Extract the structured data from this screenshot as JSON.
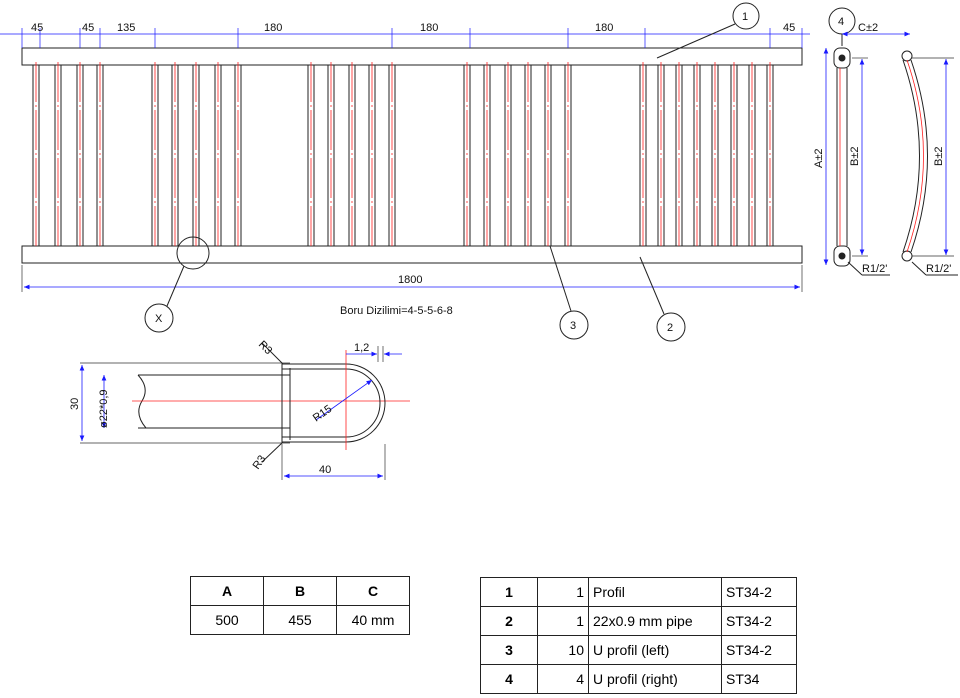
{
  "drawing": {
    "top_dims": [
      "45",
      "45",
      "135",
      "180",
      "180",
      "180",
      "45"
    ],
    "overall_length": "1800",
    "side_labels": {
      "a": "A±2",
      "b": "B±2",
      "c": "C±2",
      "thread": "R1/2'"
    },
    "callouts": [
      "1",
      "2",
      "3",
      "4",
      "X"
    ],
    "pipe_arrangement": "Boru Dizilimi=4-5-5-6-8",
    "detail": {
      "r3_top": "R3",
      "r3_bottom": "R3",
      "wall": "1,2",
      "height": "30",
      "pipe": "ø22*0,9",
      "radius": "R15",
      "length": "40"
    }
  },
  "dims_table": {
    "headers": [
      "A",
      "B",
      "C"
    ],
    "values": [
      "500",
      "455",
      "40 mm"
    ]
  },
  "parts": [
    {
      "no": "1",
      "qty": "1",
      "desc": "Profil",
      "material": "ST34-2"
    },
    {
      "no": "2",
      "qty": "1",
      "desc": "22x0.9 mm pipe",
      "material": "ST34-2"
    },
    {
      "no": "3",
      "qty": "10",
      "desc": "U profil (left)",
      "material": "ST34-2"
    },
    {
      "no": "4",
      "qty": "4",
      "desc": "U profil (right)",
      "material": "ST34"
    }
  ]
}
